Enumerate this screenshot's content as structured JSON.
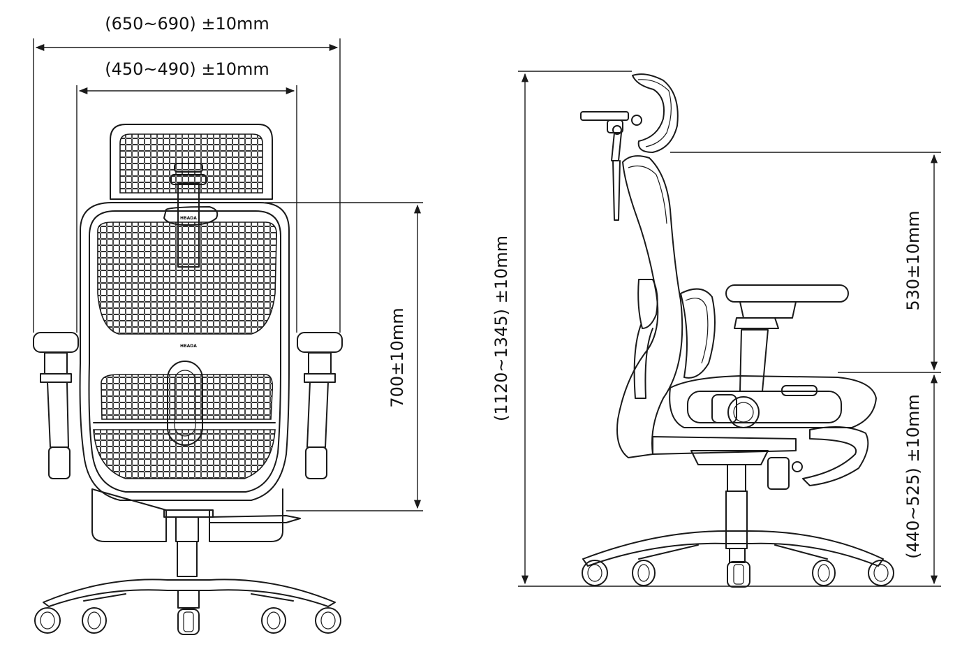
{
  "dimensions": {
    "overall_width": "(650~690)  ±10mm",
    "seat_width": "(450~490)  ±10mm",
    "backrest_height": "700±10mm",
    "overall_height": "(1120~1345)  ±10mm",
    "headrest_to_seat": "530±10mm",
    "seat_height": "(440~525)  ±10mm"
  },
  "brand": {
    "logo_text": "HBADA"
  }
}
